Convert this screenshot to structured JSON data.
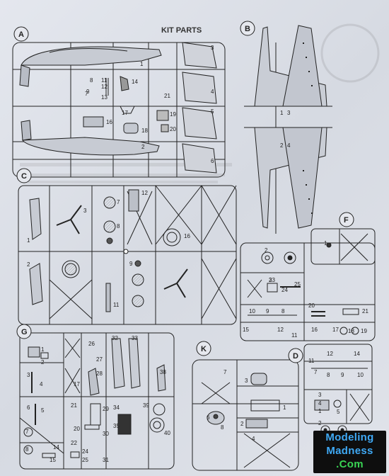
{
  "header": {
    "title": "KIT PARTS"
  },
  "sprue_letters": {
    "a": "A",
    "b": "B",
    "c": "C",
    "d": "D",
    "f": "F",
    "g": "G",
    "k": "K"
  },
  "logo": {
    "line1": "Modeling",
    "line2": "Madness",
    "line3": ".Com"
  },
  "parts": {
    "a": [
      "1",
      "2",
      "3",
      "4",
      "5",
      "6",
      "7",
      "8",
      "9",
      "11",
      "12",
      "13",
      "14",
      "16",
      "17",
      "18",
      "19",
      "20",
      "21"
    ],
    "b": [
      "1",
      "2",
      "3",
      "4"
    ],
    "c": [
      "1",
      "2",
      "3",
      "7",
      "8",
      "9",
      "11",
      "12",
      "16"
    ],
    "d": [
      "1",
      "2",
      "3",
      "4",
      "5",
      "7",
      "8",
      "9",
      "10",
      "11",
      "12",
      "14"
    ],
    "e": [
      "2",
      "3",
      "8",
      "9",
      "10",
      "11",
      "12",
      "15",
      "16",
      "17",
      "18",
      "19",
      "20",
      "21",
      "23",
      "24",
      "25"
    ],
    "f": [
      "1"
    ],
    "g": [
      "1",
      "2",
      "3",
      "4",
      "5",
      "6",
      "7",
      "8",
      "14",
      "15",
      "17",
      "20",
      "21",
      "22",
      "24",
      "25",
      "26",
      "27",
      "28",
      "29",
      "30",
      "31",
      "32",
      "33",
      "34",
      "35",
      "38",
      "39",
      "40"
    ],
    "k": [
      "1",
      "2",
      "3",
      "4",
      "6",
      "7",
      "8"
    ]
  }
}
